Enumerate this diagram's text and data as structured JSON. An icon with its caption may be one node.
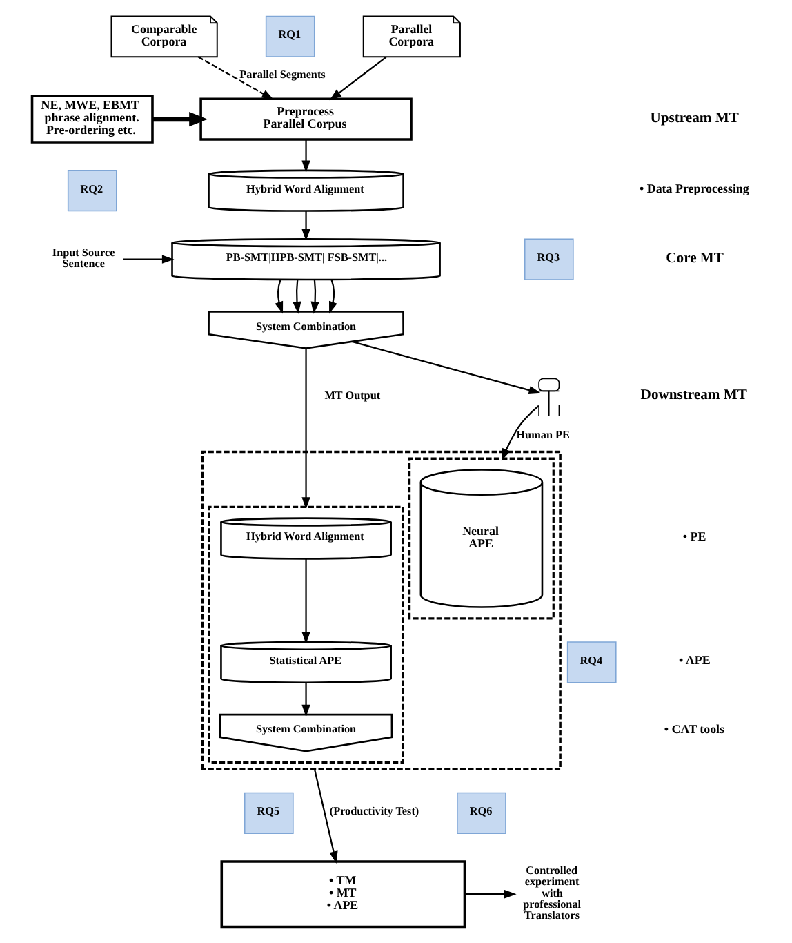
{
  "diagram": {
    "nodes": [
      {
        "text": [
          "Comparable Corpora"
        ]
      },
      {
        "text": [
          "Parallel Corpora"
        ]
      },
      {
        "text": [
          "RQ1"
        ]
      },
      {
        "text": [
          "NE, MWE, EBMT phrase alignment. Pre-ordering etc."
        ]
      },
      {
        "text": [
          "Preprocess Parallel Corpus"
        ]
      },
      {
        "text": [
          "RQ2"
        ]
      },
      {
        "text": [
          "Hybrid Word Alignment"
        ]
      },
      {
        "text": [
          "PB-SMT|HPB-SMT| FSB-SMT|..."
        ]
      },
      {
        "text": [
          "Input Source Sentence"
        ]
      },
      {
        "text": [
          "RQ3"
        ]
      },
      {
        "text": [
          "System Combination"
        ]
      },
      {
        "text": [],
        "shape": "person"
      },
      {
        "text": [],
        "shape": "box"
      },
      {
        "text": [],
        "shape": "box",
        "in": 12
      },
      {
        "text": [
          "Hybrid Word Alignment"
        ],
        "in": 13
      },
      {
        "text": [
          "Statistical APE"
        ],
        "in": 13
      },
      {
        "text": [
          "System Combination"
        ],
        "in": 13
      },
      {
        "text": [],
        "shape": "box",
        "in": 12
      },
      {
        "text": [
          "Neural APE"
        ],
        "in": 17
      },
      {
        "text": [
          "RQ4"
        ]
      },
      {
        "text": [
          "RQ5"
        ]
      },
      {
        "text": [
          "• TM",
          "• MT",
          "• APE"
        ]
      },
      {
        "text": [
          "RQ6"
        ]
      },
      {
        "text": [
          "Controlled experiment with professional Translators"
        ]
      }
    ],
    "edges": [
      {
        "from": 0,
        "to": 4,
        "arrow": "to",
        "label": "Parallel Segments",
        "style": "dashed"
      },
      {
        "from": 1,
        "to": 4,
        "arrow": "to"
      },
      {
        "from": 3,
        "to": 4,
        "arrow": "to",
        "style": "thick"
      },
      {
        "from": 4,
        "to": 6,
        "arrow": "to"
      },
      {
        "from": 6,
        "to": 7,
        "arrow": "to"
      },
      {
        "from": 8,
        "to": 7,
        "arrow": "to"
      },
      {
        "from": 7,
        "to": 10,
        "arrow": "to"
      },
      {
        "from": 7,
        "to": 10,
        "arrow": "to"
      },
      {
        "from": 7,
        "to": 10,
        "arrow": "to"
      },
      {
        "from": 7,
        "to": 10,
        "arrow": "to"
      },
      {
        "from": 10,
        "to": 13,
        "arrow": "to",
        "label": "MT Output"
      },
      {
        "from": 10,
        "to": 11,
        "arrow": "to"
      },
      {
        "from": 11,
        "to": 17,
        "arrow": "to",
        "label": "Human PE"
      },
      {
        "from": 14,
        "to": 15,
        "arrow": "to"
      },
      {
        "from": 15,
        "to": 16,
        "arrow": "to"
      },
      {
        "from": 12,
        "to": 21,
        "arrow": "to",
        "label": "(Productivity Test)"
      },
      {
        "from": 21,
        "to": 23,
        "arrow": "to"
      }
    ],
    "labels": [
      "Upstream MT",
      "• Data Preprocessing",
      "Core MT",
      "Downstream MT",
      "• PE",
      "• APE",
      "• CAT tools"
    ]
  }
}
